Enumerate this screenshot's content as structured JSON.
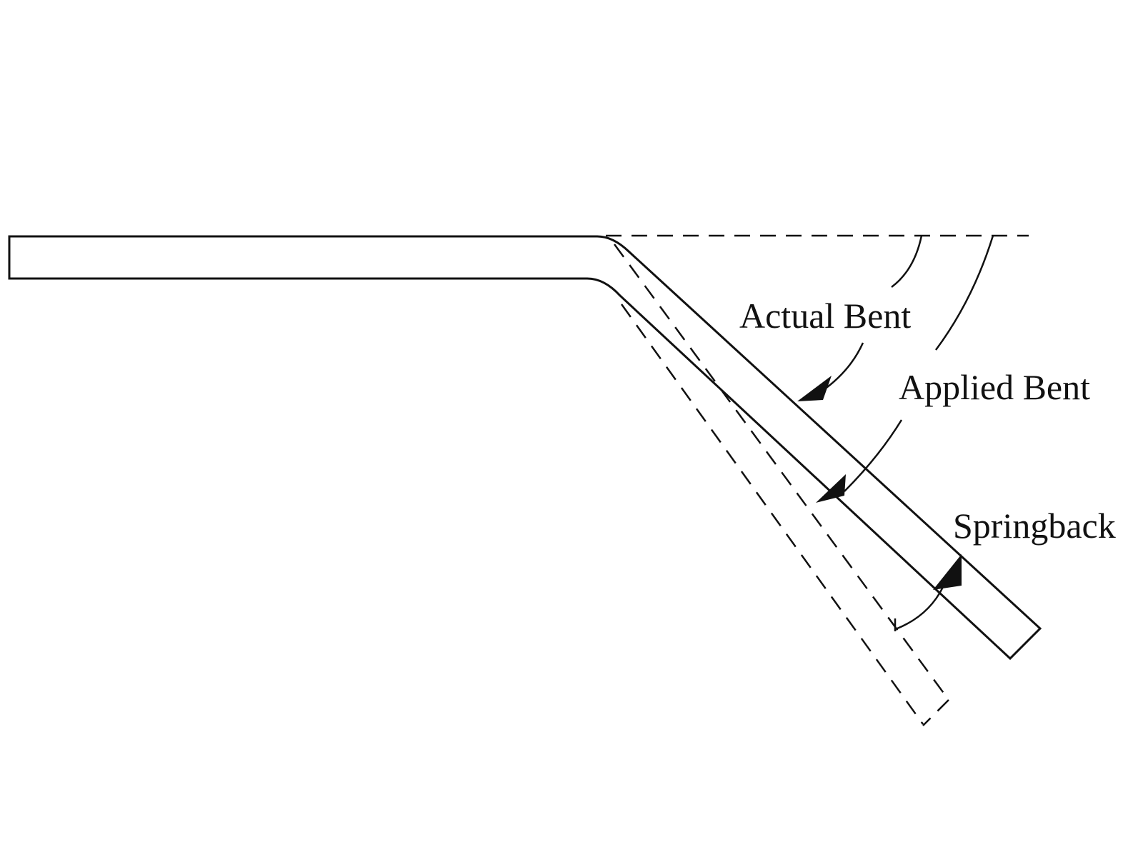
{
  "labels": {
    "actual_bent": "Actual Bent",
    "applied_bent": "Applied Bent",
    "springback": "Springback"
  },
  "colors": {
    "line": "#111111",
    "background": "#ffffff"
  }
}
